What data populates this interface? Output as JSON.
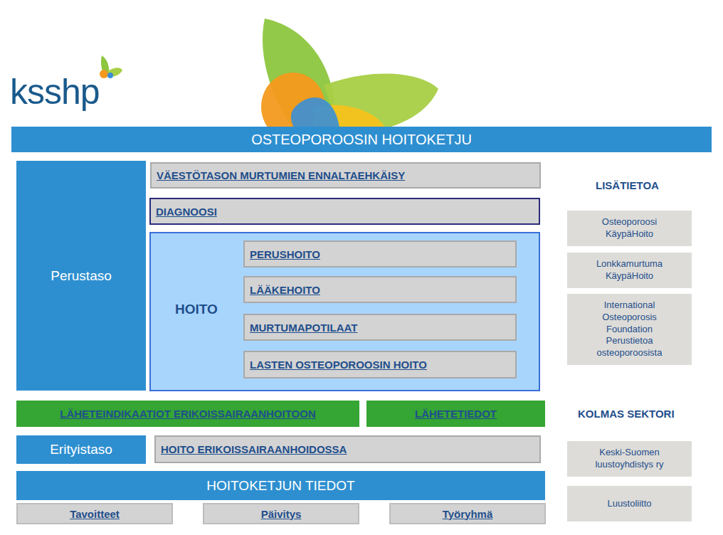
{
  "diagram": {
    "title": "OSTEOPOROOSIN HOITOKETJU",
    "nodes": [
      {
        "text": [
          "Perustaso"
        ]
      },
      {
        "text": [
          "VÄESTÖTASON MURTUMIEN ENNALTAEHKÄISY"
        ]
      },
      {
        "text": [
          "DIAGNOOSI"
        ]
      },
      {
        "text": [
          "HOITO"
        ]
      },
      {
        "text": [
          "PERUSHOITO"
        ],
        "in": 3
      },
      {
        "text": [
          "LÄÄKEHOITO"
        ],
        "in": 3
      },
      {
        "text": [
          "MURTUMAPOTILAAT"
        ],
        "in": 3
      },
      {
        "text": [
          "LASTEN OSTEOPOROOSIN HOITO"
        ],
        "in": 3
      },
      {
        "text": [
          "Osteoporoosi KäypäHoito"
        ]
      },
      {
        "text": [
          "Lonkkamurtuma KäypäHoito"
        ]
      },
      {
        "text": [
          "International Osteoporosis Foundation Perustietoa osteoporoosista"
        ]
      },
      {
        "text": [
          "LÄHETEINDIKAATIOT ERIKOISSAIRAANHOITOON"
        ]
      },
      {
        "text": [
          "LÄHETETIEDOT"
        ]
      },
      {
        "text": [
          "Erityistaso"
        ]
      },
      {
        "text": [
          "HOITO ERIKOISSAIRAANHOIDOSSA"
        ]
      },
      {
        "text": [
          "Keski-Suomen luustoyhdistys ry"
        ]
      },
      {
        "text": [
          "HOITOKETJUN TIEDOT"
        ]
      },
      {
        "text": [
          "Luustoliitto"
        ]
      },
      {
        "text": [
          "Tavoitteet"
        ]
      },
      {
        "text": [
          "Päivitys"
        ]
      },
      {
        "text": [
          "Työryhmä"
        ]
      }
    ],
    "labels": [
      "ksshp",
      "LISÄTIETOA",
      "KOLMAS SEKTORI"
    ]
  }
}
